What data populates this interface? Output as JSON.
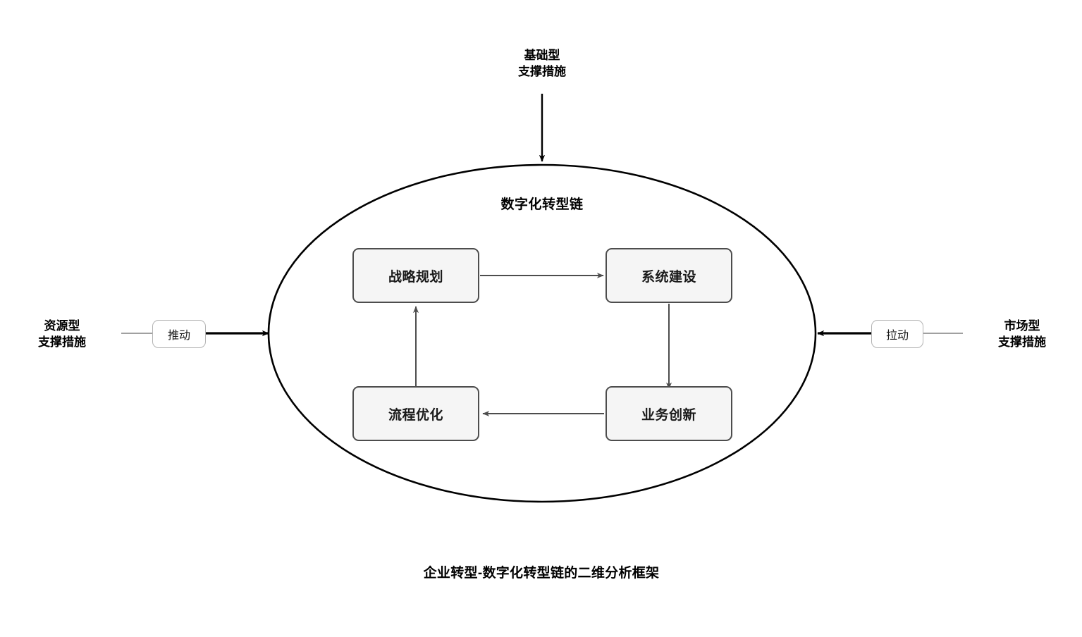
{
  "diagram": {
    "caption": "企业转型-数字化转型链的二维分析框架",
    "container": {
      "title": "数字化转型链",
      "shape": "ellipse"
    },
    "nodes": [
      {
        "id": "strategy",
        "label": "战略规划"
      },
      {
        "id": "system",
        "label": "系统建设"
      },
      {
        "id": "business",
        "label": "业务创新"
      },
      {
        "id": "process",
        "label": "流程优化"
      }
    ],
    "inner_flow": [
      {
        "from": "战略规划",
        "to": "系统建设",
        "direction": "right"
      },
      {
        "from": "系统建设",
        "to": "业务创新",
        "direction": "down"
      },
      {
        "from": "业务创新",
        "to": "流程优化",
        "direction": "left"
      },
      {
        "from": "流程优化",
        "to": "战略规划",
        "direction": "up"
      }
    ],
    "external": {
      "top": {
        "label": "基础型\n支撑措施",
        "arrow_direction": "down"
      },
      "left": {
        "label": "资源型\n支撑措施",
        "edge_label": "推动",
        "arrow_direction": "right"
      },
      "right": {
        "label": "市场型\n支撑措施",
        "edge_label": "拉动",
        "arrow_direction": "left"
      }
    },
    "colors": {
      "background": "#ffffff",
      "node_fill": "#f5f5f5",
      "node_border": "#4d4d4d",
      "ellipse_stroke": "#000000",
      "inner_arrow": "#4d4d4d",
      "external_arrow": "#000000",
      "thin_connector": "#808080",
      "edge_label_border": "#b3b3b3",
      "text": "#000000"
    }
  }
}
